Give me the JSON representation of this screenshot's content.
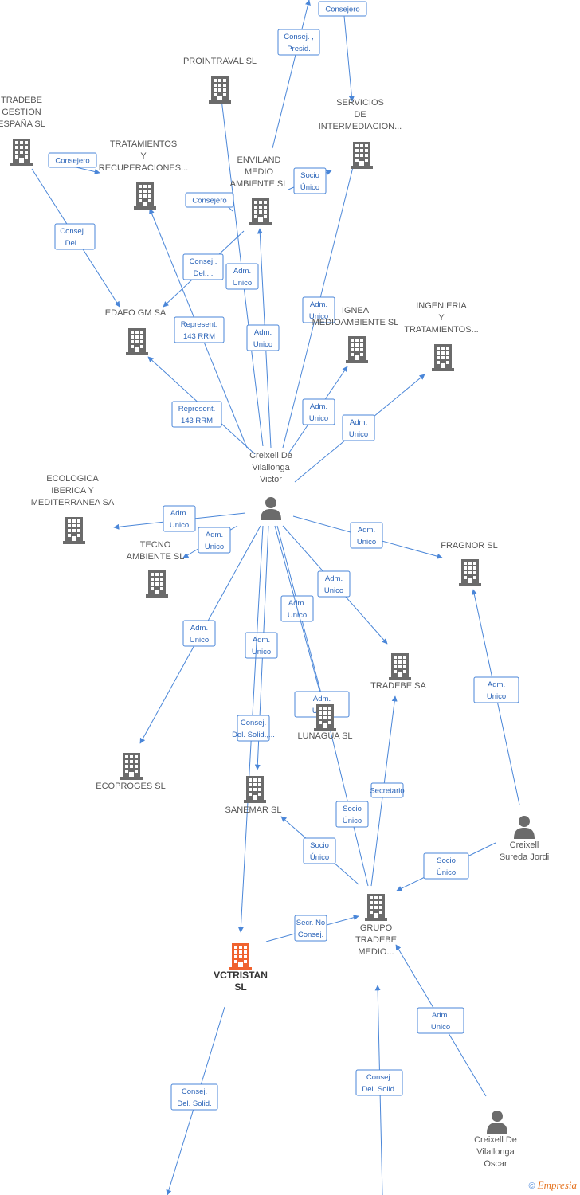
{
  "colors": {
    "edge": "#4a86d8",
    "company": "#6b6b6b",
    "highlight": "#f0622e",
    "person": "#6b6b6b"
  },
  "nodes": [
    {
      "id": "vctristan",
      "type": "company",
      "highlight": true,
      "label": [
        "VCTRISTAN",
        "SL"
      ]
    },
    {
      "id": "grupo",
      "type": "company",
      "label": [
        "GRUPO",
        "TRADEBE",
        "MEDIO..."
      ]
    },
    {
      "id": "victor",
      "type": "person",
      "label": [
        "Creixell De",
        "Vilallonga",
        "Victor"
      ]
    },
    {
      "id": "jordi",
      "type": "person",
      "label": [
        "Creixell",
        "Sureda Jordi"
      ]
    },
    {
      "id": "oscar",
      "type": "person",
      "label": [
        "Creixell De",
        "Vilallonga",
        "Oscar"
      ]
    },
    {
      "id": "prointraval",
      "type": "company",
      "label": [
        "PROINTRAVAL SL"
      ]
    },
    {
      "id": "servicios",
      "type": "company",
      "label": [
        "SERVICIOS",
        "DE",
        "INTERMEDIACION..."
      ]
    },
    {
      "id": "tradebegestion",
      "type": "company",
      "label": [
        "TRADEBE",
        "GESTION",
        "ESPAÑA  SL"
      ]
    },
    {
      "id": "tratamientos",
      "type": "company",
      "label": [
        "TRATAMIENTOS",
        "Y",
        "RECUPERACIONES..."
      ]
    },
    {
      "id": "enviland",
      "type": "company",
      "label": [
        "ENVILAND",
        "MEDIO",
        "AMBIENTE SL"
      ]
    },
    {
      "id": "edafo",
      "type": "company",
      "label": [
        "EDAFO GM SA"
      ]
    },
    {
      "id": "ignea",
      "type": "company",
      "label": [
        "IGNEA",
        "MEDIOAMBIENTE SL"
      ]
    },
    {
      "id": "ingenieria",
      "type": "company",
      "label": [
        "INGENIERIA",
        "Y",
        "TRATAMIENTOS..."
      ]
    },
    {
      "id": "ecologica",
      "type": "company",
      "label": [
        "ECOLOGICA",
        "IBERICA Y",
        "MEDITERRANEA SA"
      ]
    },
    {
      "id": "tecno",
      "type": "company",
      "label": [
        "TECNO",
        "AMBIENTE SL"
      ]
    },
    {
      "id": "fragnor",
      "type": "company",
      "label": [
        "FRAGNOR SL"
      ]
    },
    {
      "id": "tradebesa",
      "type": "company",
      "label": [
        "TRADEBE SA"
      ]
    },
    {
      "id": "lunagua",
      "type": "company",
      "label": [
        "LUNAGUA SL"
      ]
    },
    {
      "id": "ecoproges",
      "type": "company",
      "label": [
        "ECOPROGES SL"
      ]
    },
    {
      "id": "sanemar",
      "type": "company",
      "label": [
        "SANEMAR SL"
      ]
    }
  ],
  "edges": [
    {
      "label": [
        "Consejero"
      ]
    },
    {
      "label": [
        "Consej. ,",
        "Presid."
      ]
    },
    {
      "label": [
        "Consejero"
      ]
    },
    {
      "label": [
        "Consej. .",
        "Del...."
      ]
    },
    {
      "label": [
        "Consejero"
      ]
    },
    {
      "label": [
        "Socio",
        "Único"
      ]
    },
    {
      "label": [
        "Consej .",
        "Del...."
      ]
    },
    {
      "label": [
        "Adm.",
        "Unico"
      ]
    },
    {
      "label": [
        "Represent.",
        "143 RRM"
      ]
    },
    {
      "label": [
        "Adm.",
        "Unico"
      ]
    },
    {
      "label": [
        "Adm.",
        "Unico"
      ]
    },
    {
      "label": [
        "Represent.",
        "143 RRM"
      ]
    },
    {
      "label": [
        "Adm.",
        "Unico"
      ]
    },
    {
      "label": [
        "Adm.",
        "Unico"
      ]
    },
    {
      "label": [
        "Adm.",
        "Unico"
      ]
    },
    {
      "label": [
        "Adm.",
        "Unico"
      ]
    },
    {
      "label": [
        "Adm.",
        "Unico"
      ]
    },
    {
      "label": [
        "Adm.",
        "Unico"
      ]
    },
    {
      "label": [
        "Adm.",
        "Unico"
      ]
    },
    {
      "label": [
        "Adm.",
        "Unico"
      ]
    },
    {
      "label": [
        "Adm.",
        "Unico"
      ]
    },
    {
      "label": [
        "Adm.",
        "Unico"
      ]
    },
    {
      "label": [
        "Consej.",
        "Del. Solid.,..."
      ]
    },
    {
      "label": [
        "Adm.",
        "Unico"
      ]
    },
    {
      "label": [
        "Secretario"
      ]
    },
    {
      "label": [
        "Socio",
        "Único"
      ]
    },
    {
      "label": [
        "Socio",
        "Único"
      ]
    },
    {
      "label": [
        "Socio",
        "Único"
      ]
    },
    {
      "label": [
        "Secr.  No",
        "Consej."
      ]
    },
    {
      "label": [
        "Adm.",
        "Unico"
      ]
    },
    {
      "label": [
        "Consej.",
        "Del. Solid."
      ]
    },
    {
      "label": [
        "Consej.",
        "Del. Solid."
      ]
    },
    {
      "label": [
        "Consejero"
      ]
    },
    {
      "label": [
        "Consejero"
      ]
    }
  ],
  "copyright": {
    "symbol": "©",
    "brand": "Empresia"
  }
}
